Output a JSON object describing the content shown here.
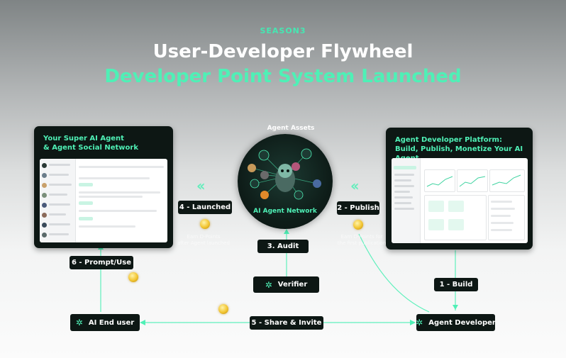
{
  "header": {
    "season": "SEASON3",
    "title_line1": "User-Developer Flywheel",
    "title_line2": "Developer Point System Launched"
  },
  "left_panel": {
    "title_line1": "Your Super AI Agent",
    "title_line2": "& Agent Social Network"
  },
  "right_panel": {
    "title_line1": "Agent Developer Platform:",
    "title_line2": "Build, Publish, Monetize Your AI Agent"
  },
  "center": {
    "assets_label": "Agent Assets",
    "network_label": "AI Agent Network"
  },
  "steps": {
    "launched": "4 - Launched",
    "publish": "2 - Publish",
    "audit": "3. Audit",
    "prompt_use": "6 - Prompt/Use",
    "verifier": "Verifier",
    "build": "1 - Build",
    "share_invite": "5 - Share & Invite"
  },
  "nodes": {
    "end_user": "AI End user",
    "developer": "Agent Developer"
  },
  "notes": {
    "launched_note_1": "Earn D-Points",
    "launched_note_2": "after Agent launched",
    "publish_note_1": "Earn D-Points for",
    "publish_note_2": "the first publication"
  },
  "colors": {
    "accent": "#4ff0b6",
    "panel": "#0d1714",
    "coin": "#f2c531"
  },
  "icons": {
    "agent_node": "circuit-node-icon",
    "coin": "gold-coin-icon",
    "chevrons": "double-chevron-left-icon"
  }
}
